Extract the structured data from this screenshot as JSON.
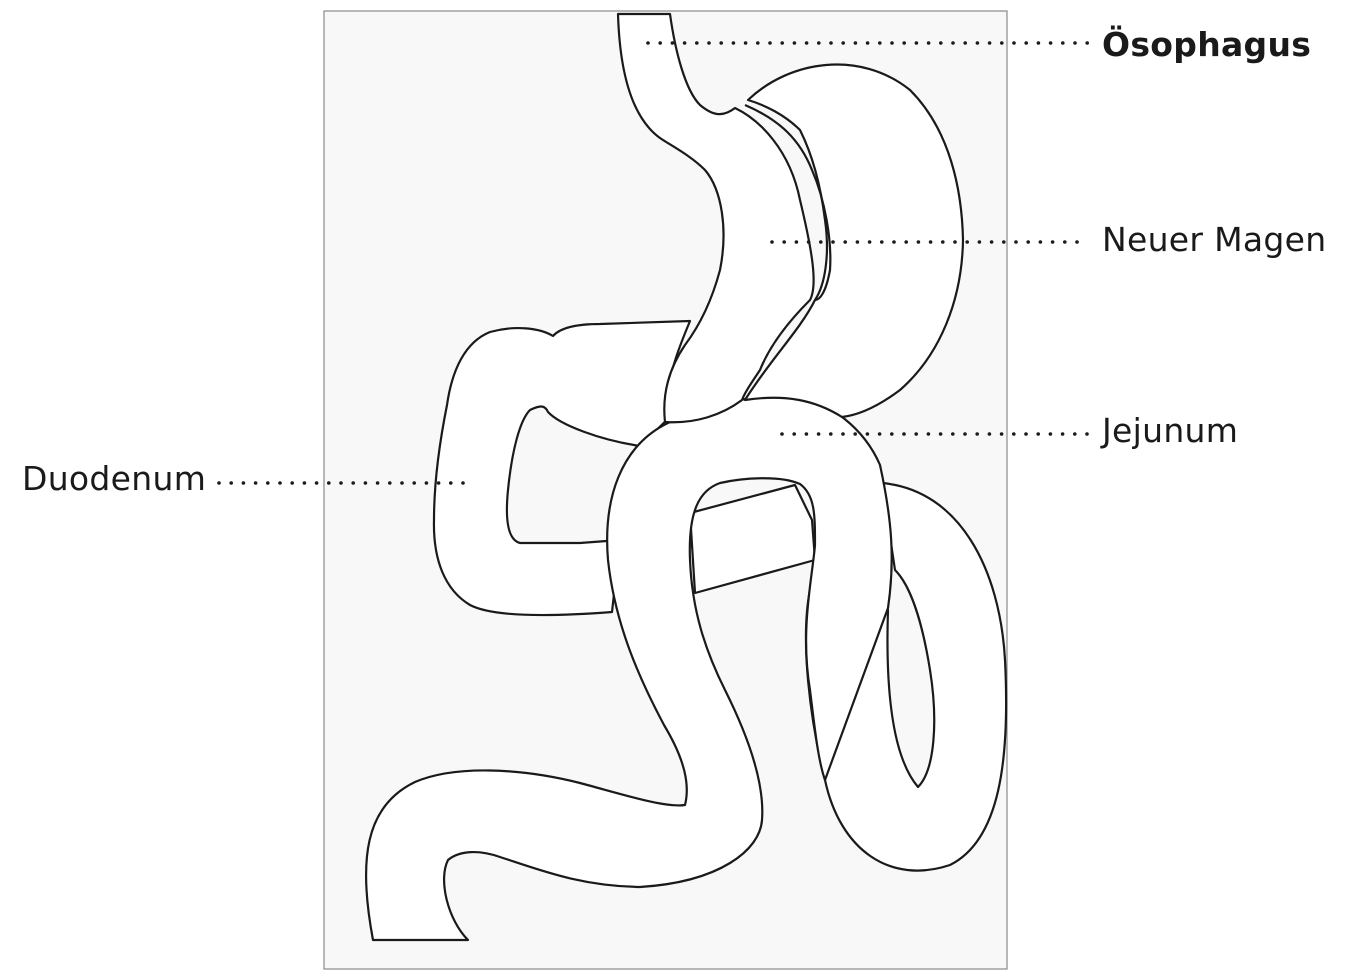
{
  "labels": {
    "esophagus": "Ösophagus",
    "new_stomach": "Neuer Magen",
    "jejunum": "Jejunum",
    "duodenum": "Duodenum"
  },
  "colors": {
    "panel": "#f8f8f8",
    "outline": "#1a1a1a",
    "organ_fill": "#ffffff"
  }
}
